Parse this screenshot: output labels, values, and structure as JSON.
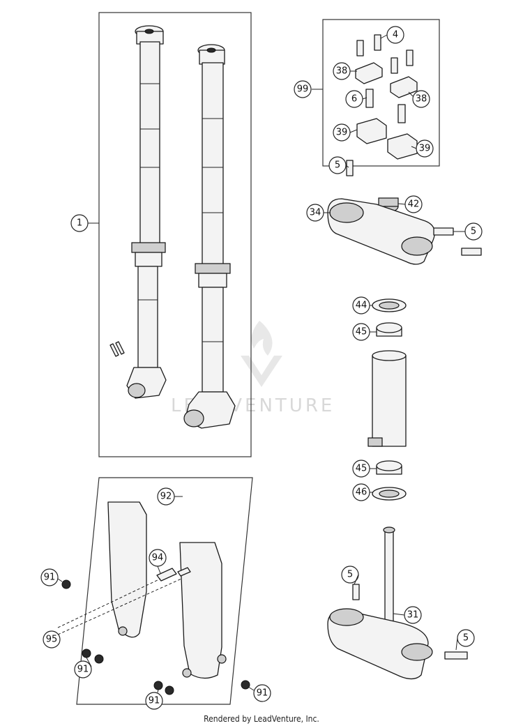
{
  "diagram": {
    "callouts": {
      "c1": "1",
      "c4": "4",
      "c38a": "38",
      "c38b": "38",
      "c99": "99",
      "c6": "6",
      "c39a": "39",
      "c39b": "39",
      "c5a": "5",
      "c42": "42",
      "c34": "34",
      "c5b": "5",
      "c44": "44",
      "c45a": "45",
      "c45b": "45",
      "c46": "46",
      "c92": "92",
      "c94": "94",
      "c91a": "91",
      "c95": "95",
      "c91b": "91",
      "c91c": "91",
      "c91d": "91",
      "c5c": "5",
      "c31": "31",
      "c5d": "5"
    },
    "watermark": "LEADVENTURE"
  },
  "footer": {
    "text": "Rendered by LeadVenture, Inc."
  }
}
